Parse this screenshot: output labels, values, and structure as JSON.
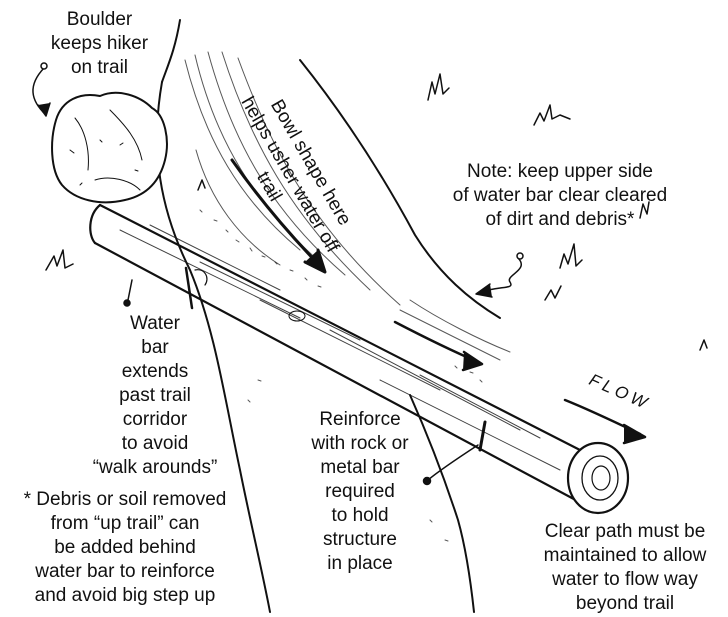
{
  "labels": {
    "boulder": "Boulder\nkeeps hiker\non trail",
    "bowl": "Bowl shape here\nhelps usher water off trail",
    "note": "Note: keep upper side\nof water bar clear cleared\nof dirt and debris*",
    "water_bar": "Water\nbar\nextends\npast trail\ncorridor\nto avoid\n“walk arounds”",
    "reinforce": "Reinforce\nwith rock or\nmetal bar\nrequired\nto hold\nstructure\nin place",
    "debris": "* Debris or soil removed\nfrom “up trail” can\nbe added behind\nwater bar to reinforce\nand avoid big step up",
    "clear_path": "Clear path must be\nmaintained to allow\nwater to flow way\nbeyond trail",
    "flow": "FLOW"
  },
  "colors": {
    "ink": "#111111",
    "background": "#ffffff"
  }
}
